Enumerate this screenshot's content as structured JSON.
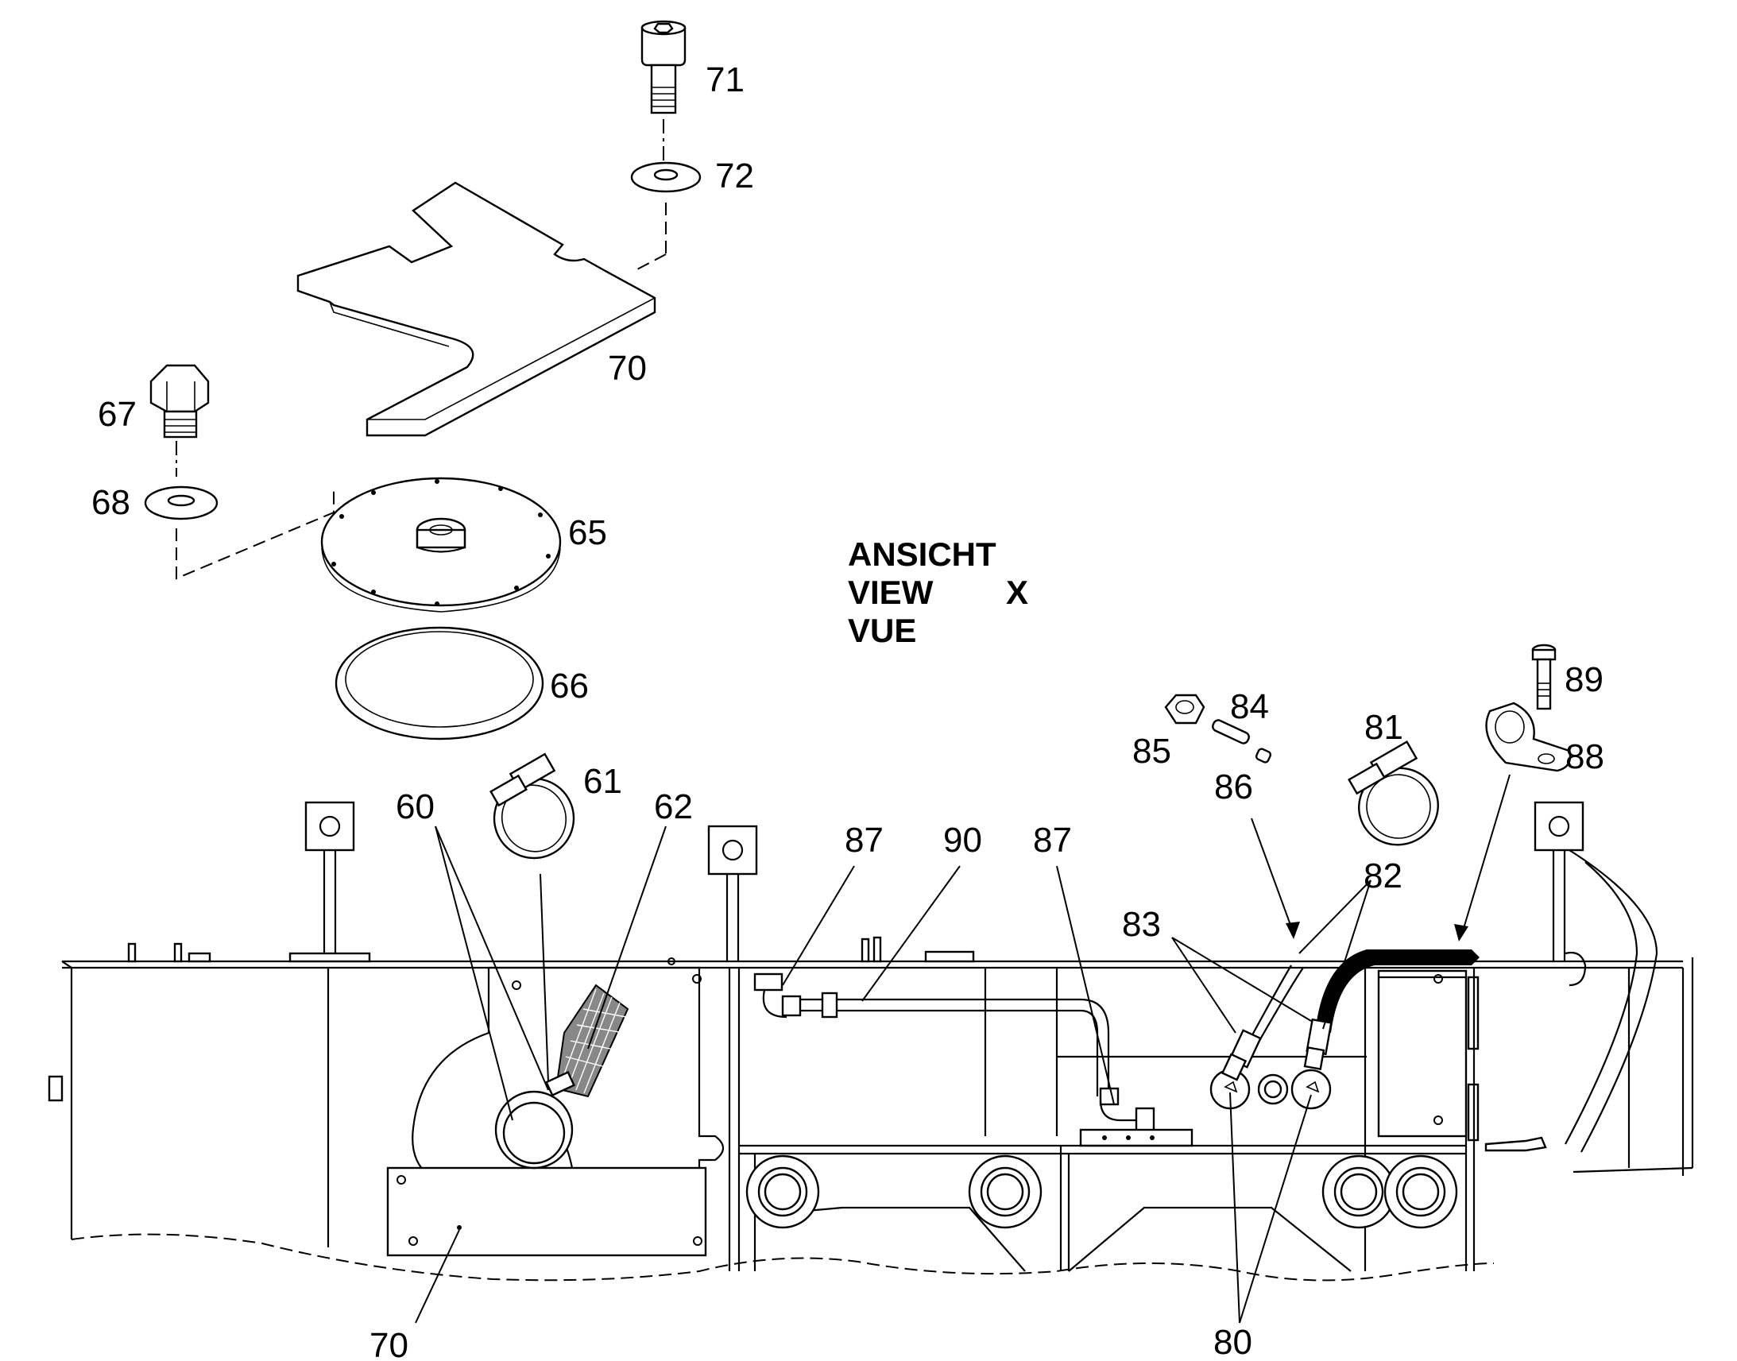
{
  "view_title": {
    "line1": "ANSICHT",
    "line2": "VIEW",
    "line3": "VUE",
    "letter": "X"
  },
  "callouts": {
    "c71": "71",
    "c72": "72",
    "c70_top": "70",
    "c67": "67",
    "c68": "68",
    "c65": "65",
    "c66": "66",
    "c60": "60",
    "c61": "61",
    "c62": "62",
    "c87_left": "87",
    "c90": "90",
    "c87_right": "87",
    "c85": "85",
    "c84": "84",
    "c86": "86",
    "c81": "81",
    "c89": "89",
    "c88": "88",
    "c83": "83",
    "c82": "82",
    "c80": "80",
    "c70_bottom": "70"
  }
}
